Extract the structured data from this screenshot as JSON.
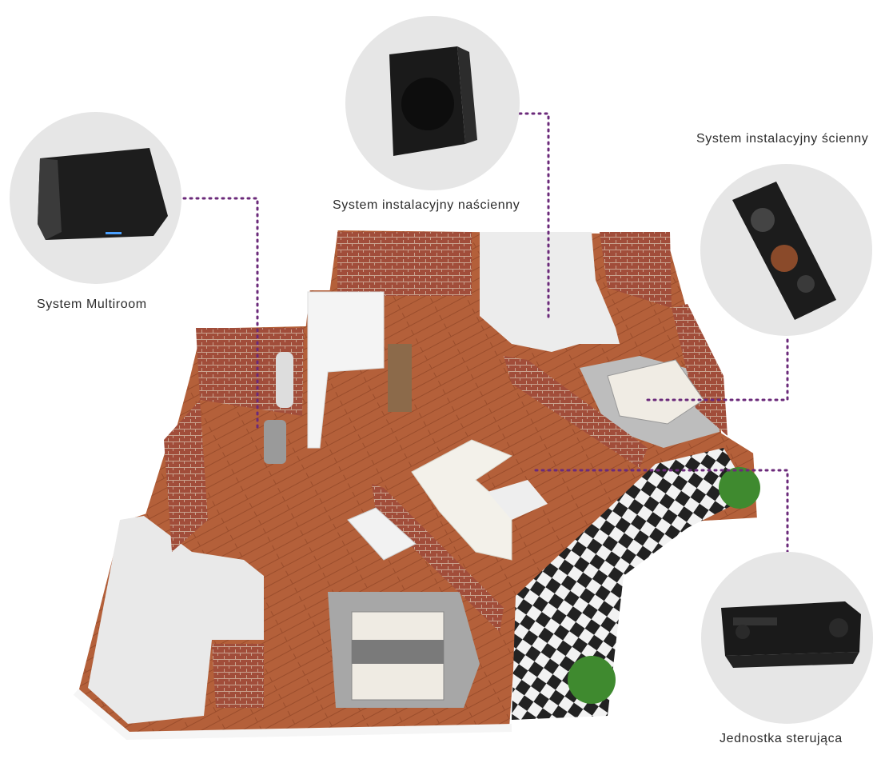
{
  "products": {
    "multiroom": {
      "label": "System Multiroom",
      "icon": "wireless-speaker-icon"
    },
    "on_wall": {
      "label": "System instalacyjny naścienny",
      "icon": "wall-mounted-speaker-icon"
    },
    "in_wall": {
      "label": "System instalacyjny ścienny",
      "icon": "in-wall-speaker-icon"
    },
    "receiver": {
      "label": "Jednostka sterująca",
      "icon": "av-receiver-icon"
    }
  },
  "colors": {
    "connector": "#6b2a7a",
    "circle": "#e6e6e6",
    "floor": "#b5633a",
    "brick": "#9c4a38",
    "wall_top": "#ffffff"
  }
}
